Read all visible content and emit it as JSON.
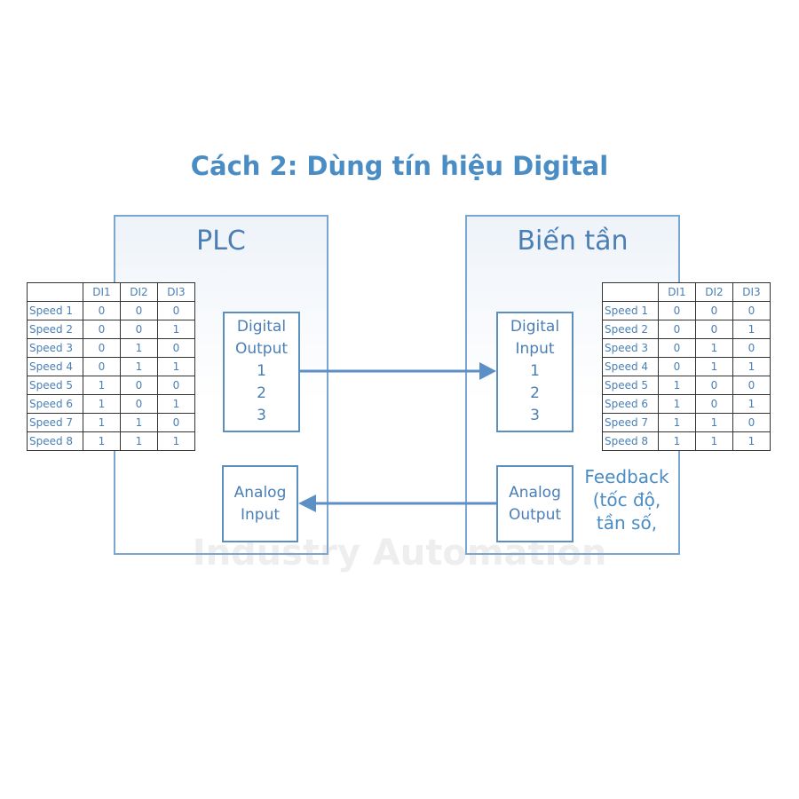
{
  "title": "Cách 2: Dùng tín hiệu Digital",
  "watermark": "Industry Automation",
  "plc": {
    "title": "PLC",
    "digital_output": {
      "line1": "Digital",
      "line2": "Output",
      "ch": [
        "1",
        "2",
        "3"
      ]
    },
    "analog_input": {
      "line1": "Analog",
      "line2": "Input"
    }
  },
  "inverter": {
    "title": "Biến tần",
    "digital_input": {
      "line1": "Digital",
      "line2": "Input",
      "ch": [
        "1",
        "2",
        "3"
      ]
    },
    "analog_output": {
      "line1": "Analog",
      "line2": "Output"
    }
  },
  "feedback": {
    "line1": "Feedback",
    "line2": "(tốc độ,",
    "line3": "tần số,"
  },
  "table": {
    "headers": [
      "DI1",
      "DI2",
      "DI3"
    ],
    "rows": [
      {
        "label": "Speed 1",
        "values": [
          "0",
          "0",
          "0"
        ]
      },
      {
        "label": "Speed 2",
        "values": [
          "0",
          "0",
          "1"
        ]
      },
      {
        "label": "Speed 3",
        "values": [
          "0",
          "1",
          "0"
        ]
      },
      {
        "label": "Speed 4",
        "values": [
          "0",
          "1",
          "1"
        ]
      },
      {
        "label": "Speed 5",
        "values": [
          "1",
          "0",
          "0"
        ]
      },
      {
        "label": "Speed 6",
        "values": [
          "1",
          "0",
          "1"
        ]
      },
      {
        "label": "Speed 7",
        "values": [
          "1",
          "1",
          "0"
        ]
      },
      {
        "label": "Speed 8",
        "values": [
          "1",
          "1",
          "1"
        ]
      }
    ]
  },
  "colors": {
    "accent": "#4a8cc4",
    "panel_border": "#7aa6cf",
    "arrow": "#5b8fc6"
  }
}
